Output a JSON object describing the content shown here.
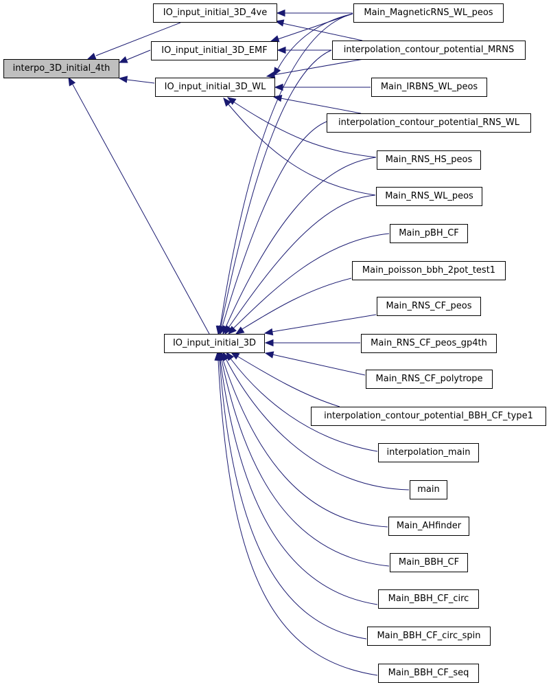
{
  "colors": {
    "edge": "#191970",
    "root_fill": "#bfbfbf",
    "node_fill": "#ffffff",
    "border": "#000000"
  },
  "nodes": {
    "interpo_3d_initial_4th": "interpo_3D_initial_4th",
    "io_4ve": "IO_input_initial_3D_4ve",
    "io_emf": "IO_input_initial_3D_EMF",
    "io_wl": "IO_input_initial_3D_WL",
    "io_3d": "IO_input_initial_3D",
    "main_magnetic": "Main_MagneticRNS_WL_peos",
    "interp_mrns": "interpolation_contour_potential_MRNS",
    "main_irbns": "Main_IRBNS_WL_peos",
    "interp_rns_wl": "interpolation_contour_potential_RNS_WL",
    "main_rns_hs": "Main_RNS_HS_peos",
    "main_rns_wl": "Main_RNS_WL_peos",
    "main_pbh": "Main_pBH_CF",
    "main_poisson": "Main_poisson_bbh_2pot_test1",
    "main_rns_cf": "Main_RNS_CF_peos",
    "main_rns_cf_gp4th": "Main_RNS_CF_peos_gp4th",
    "main_rns_cf_poly": "Main_RNS_CF_polytrope",
    "interp_bbh": "interpolation_contour_potential_BBH_CF_type1",
    "interp_main": "interpolation_main",
    "main": "main",
    "main_ahfinder": "Main_AHfinder",
    "main_bbh_cf": "Main_BBH_CF",
    "main_bbh_circ": "Main_BBH_CF_circ",
    "main_bbh_circ_spin": "Main_BBH_CF_circ_spin",
    "main_bbh_seq": "Main_BBH_CF_seq"
  }
}
